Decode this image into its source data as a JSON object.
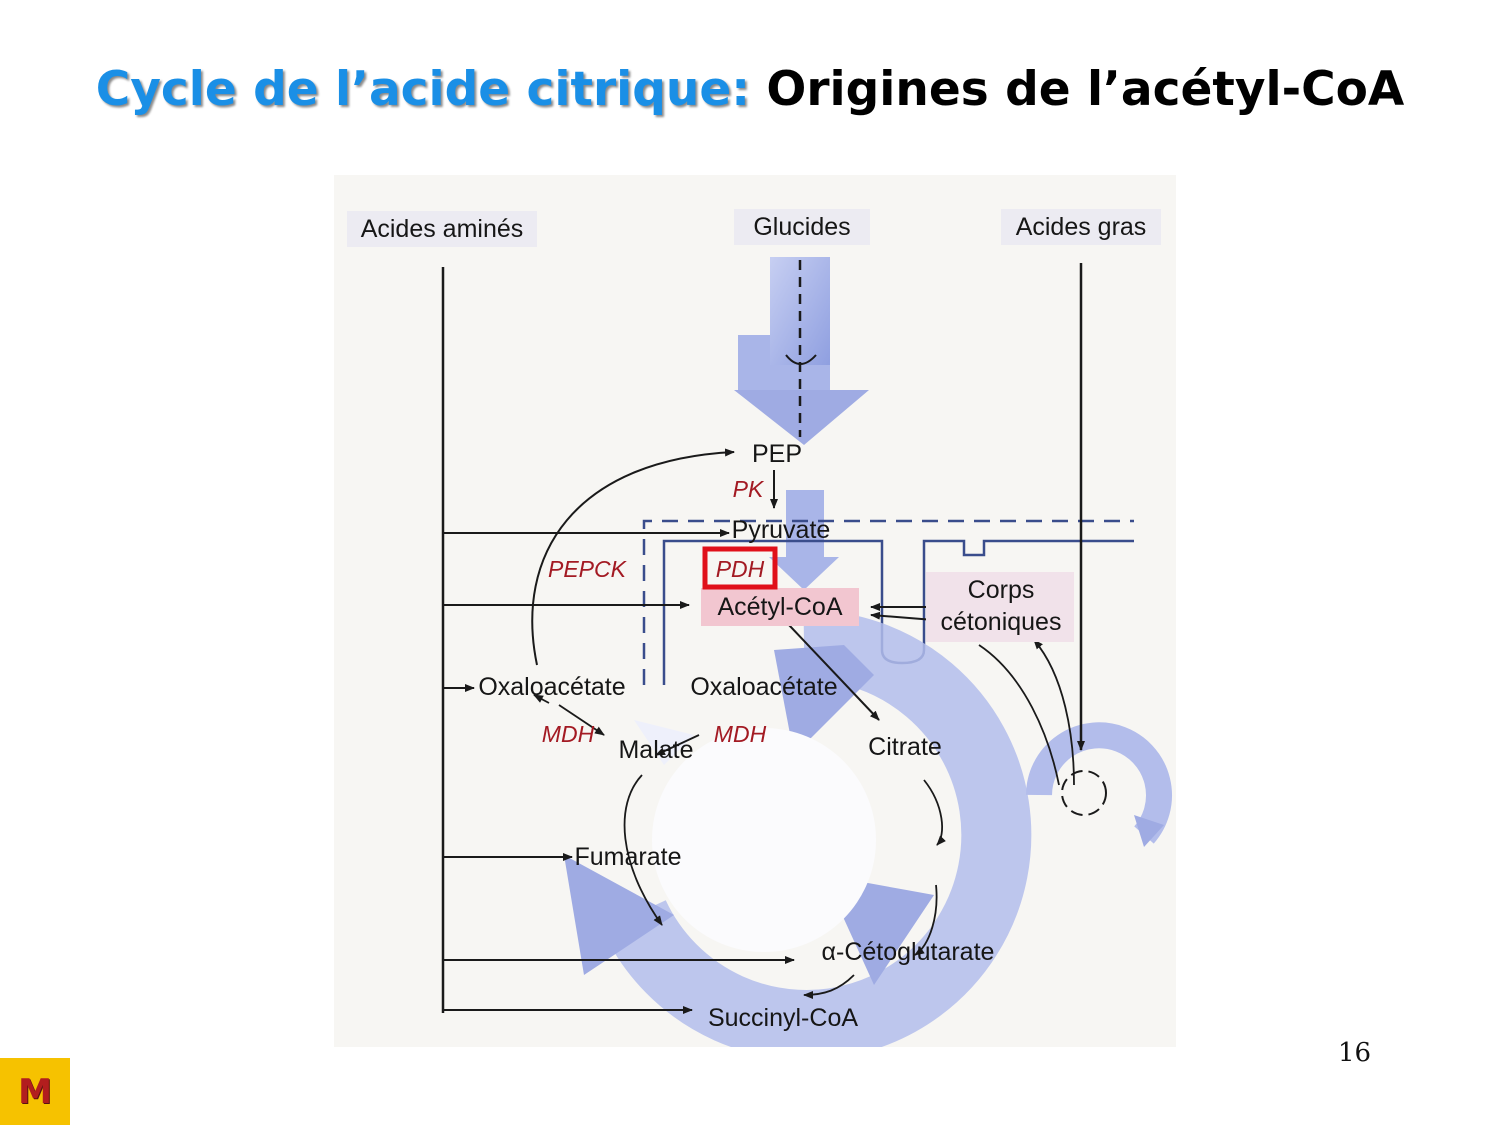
{
  "slide": {
    "title_part1": "Cycle de l’acide citrique:",
    "title_part2": "Origines de l’acétyl-CoA",
    "page_number": "16",
    "logo_letter": "M"
  },
  "diagram": {
    "sources": {
      "amino_acids": "Acides aminés",
      "carbohydrates": "Glucides",
      "fatty_acids": "Acides gras"
    },
    "metabolites": {
      "pep": "PEP",
      "pyruvate": "Pyruvate",
      "acetyl_coa": "Acétyl-CoA",
      "ketone_line1": "Corps",
      "ketone_line2": "cétoniques",
      "oxaloacetate_cyto": "Oxaloacétate",
      "oxaloacetate_mito": "Oxaloacétate",
      "malate": "Malate",
      "citrate": "Citrate",
      "fumarate": "Fumarate",
      "alpha_ketoglutarate": "α-Cétoglutarate",
      "succinyl_coa": "Succinyl-CoA"
    },
    "enzymes": {
      "pk": "PK",
      "pdh": "PDH",
      "pepck": "PEPCK",
      "mdh_cyto": "MDH",
      "mdh_mito": "MDH"
    },
    "colors": {
      "title_blue": "#1a8fe6",
      "enzyme_red": "#a31a23",
      "highlight_box": "#e0101a",
      "acetyl_coa_bg": "#f2c6d0",
      "flow_arrow": "#a9b5e8",
      "logo_bg": "#f6c200"
    }
  }
}
